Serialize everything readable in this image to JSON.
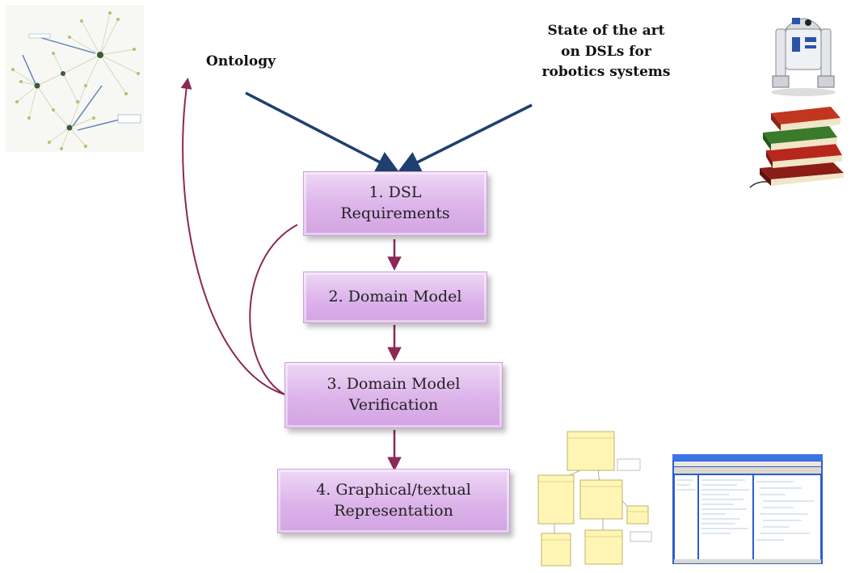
{
  "sources": {
    "ontology_label": "Ontology",
    "state_of_art_label": "State of the art\non DSLs for\nrobotics systems"
  },
  "steps": [
    {
      "label": "1. DSL\nRequirements"
    },
    {
      "label": "2. Domain Model"
    },
    {
      "label": "3. Domain Model\nVerification"
    },
    {
      "label": "4. Graphical/textual\nRepresentation"
    }
  ],
  "images": {
    "ontology_graph": "network-graph-image",
    "robot": "robot-r2d2-image",
    "books": "books-stack-image",
    "uml_diagram": "uml-class-diagram-image",
    "editor_screenshot": "ide-editor-screenshot-image"
  },
  "colors": {
    "source_arrow": "#1f3f6e",
    "flow_arrow": "#8b2857",
    "box_fill": "#dcb3ea"
  }
}
